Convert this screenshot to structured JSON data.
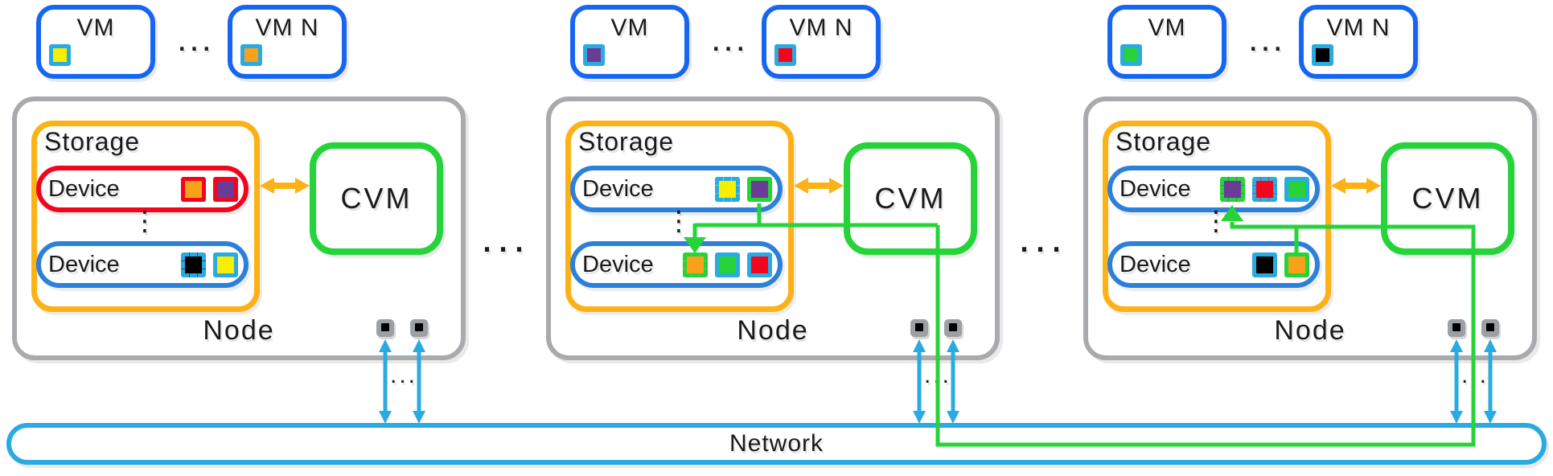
{
  "colors": {
    "vm_blue": "#1766f2",
    "device_blue": "#2d80d9",
    "cyan": "#29abe2",
    "green": "#26d339",
    "orange": "#fcb216",
    "gray": "#a8aaad"
  },
  "network": {
    "label": "Network"
  },
  "glyphs": {
    "hdots": "...",
    "vdots": "⋮"
  },
  "nodes": [
    {
      "label": "Node",
      "storage_label": "Storage",
      "cvm_label": "CVM",
      "vms": [
        {
          "label": "VM",
          "squares": [
            {
              "fill": "#f8ee00",
              "border": "#29abe2",
              "style": "solid"
            }
          ]
        },
        {
          "label": "VM N",
          "squares": [
            {
              "fill": "#f9a11b",
              "border": "#29abe2",
              "style": "solid"
            }
          ]
        }
      ],
      "devices": [
        {
          "label": "Device",
          "border": "#f2051d",
          "squares": [
            {
              "fill": "#f9a11b",
              "border": "#f2051d",
              "style": "solid"
            },
            {
              "fill": "#6a3b97",
              "border": "#f2051d",
              "style": "dashed"
            }
          ]
        },
        {
          "label": "Device",
          "border": "#2d80d9",
          "squares": [
            {
              "fill": "#000000",
              "border": "#29abe2",
              "style": "dashed"
            },
            {
              "fill": "#f8ee00",
              "border": "#29abe2",
              "style": "solid"
            }
          ]
        }
      ]
    },
    {
      "label": "Node",
      "storage_label": "Storage",
      "cvm_label": "CVM",
      "vms": [
        {
          "label": "VM",
          "squares": [
            {
              "fill": "#6a3b97",
              "border": "#29abe2",
              "style": "solid"
            }
          ]
        },
        {
          "label": "VM N",
          "squares": [
            {
              "fill": "#f2051d",
              "border": "#29abe2",
              "style": "solid"
            }
          ]
        }
      ],
      "devices": [
        {
          "label": "Device",
          "border": "#2d80d9",
          "squares": [
            {
              "fill": "#f8ee00",
              "border": "#29abe2",
              "style": "dashed"
            },
            {
              "fill": "#6a3b97",
              "border": "#26d339",
              "style": "solid"
            }
          ]
        },
        {
          "label": "Device",
          "border": "#2d80d9",
          "squares": [
            {
              "fill": "#f9a11b",
              "border": "#26d339",
              "style": "dashed"
            },
            {
              "fill": "#26d339",
              "border": "#29abe2",
              "style": "dashed"
            },
            {
              "fill": "#f2051d",
              "border": "#29abe2",
              "style": "solid"
            }
          ]
        }
      ]
    },
    {
      "label": "Node",
      "storage_label": "Storage",
      "cvm_label": "CVM",
      "vms": [
        {
          "label": "VM",
          "squares": [
            {
              "fill": "#26d339",
              "border": "#29abe2",
              "style": "solid"
            }
          ]
        },
        {
          "label": "VM N",
          "squares": [
            {
              "fill": "#000000",
              "border": "#29abe2",
              "style": "solid"
            }
          ]
        }
      ],
      "devices": [
        {
          "label": "Device",
          "border": "#2d80d9",
          "squares": [
            {
              "fill": "#6a3b97",
              "border": "#26d339",
              "style": "dashed"
            },
            {
              "fill": "#f2051d",
              "border": "#29abe2",
              "style": "dashed"
            },
            {
              "fill": "#26d339",
              "border": "#29abe2",
              "style": "solid"
            }
          ]
        },
        {
          "label": "Device",
          "border": "#2d80d9",
          "squares": [
            {
              "fill": "#000000",
              "border": "#29abe2",
              "style": "solid"
            },
            {
              "fill": "#f9a11b",
              "border": "#26d339",
              "style": "solid"
            }
          ]
        }
      ]
    }
  ]
}
